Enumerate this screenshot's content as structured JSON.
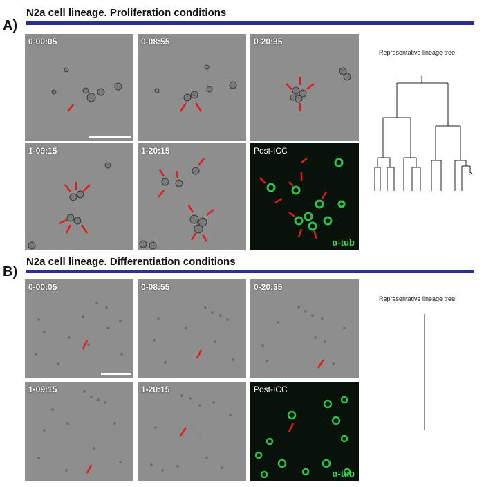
{
  "section_a": {
    "label": "A)",
    "title": "N2a cell lineage. Proliferation conditions",
    "panels": [
      {
        "timestamp": "0-00:05"
      },
      {
        "timestamp": "0-08:55"
      },
      {
        "timestamp": "0-20:35"
      },
      {
        "timestamp": "1-09:15"
      },
      {
        "timestamp": "1-20:15"
      },
      {
        "timestamp": "Post-ICC",
        "stain": "α-tub"
      }
    ],
    "tree_label": "Representative lineage tree",
    "tree_mark": "X"
  },
  "section_b": {
    "label": "B)",
    "title": "N2a cell lineage. Differentiation conditions",
    "panels": [
      {
        "timestamp": "0-00:05"
      },
      {
        "timestamp": "0-08:55"
      },
      {
        "timestamp": "0-20:35"
      },
      {
        "timestamp": "1-09:15"
      },
      {
        "timestamp": "1-20:15"
      },
      {
        "timestamp": "Post-ICC",
        "stain": "α-tub"
      }
    ],
    "tree_label": "Representative lineage tree"
  },
  "colors": {
    "rule": "#2b2f8f",
    "arrow": "#e01b1b",
    "stain_text": "#3ad65a",
    "phase_bg": "#8e8e8e",
    "fluo_bg": "#07130a"
  }
}
